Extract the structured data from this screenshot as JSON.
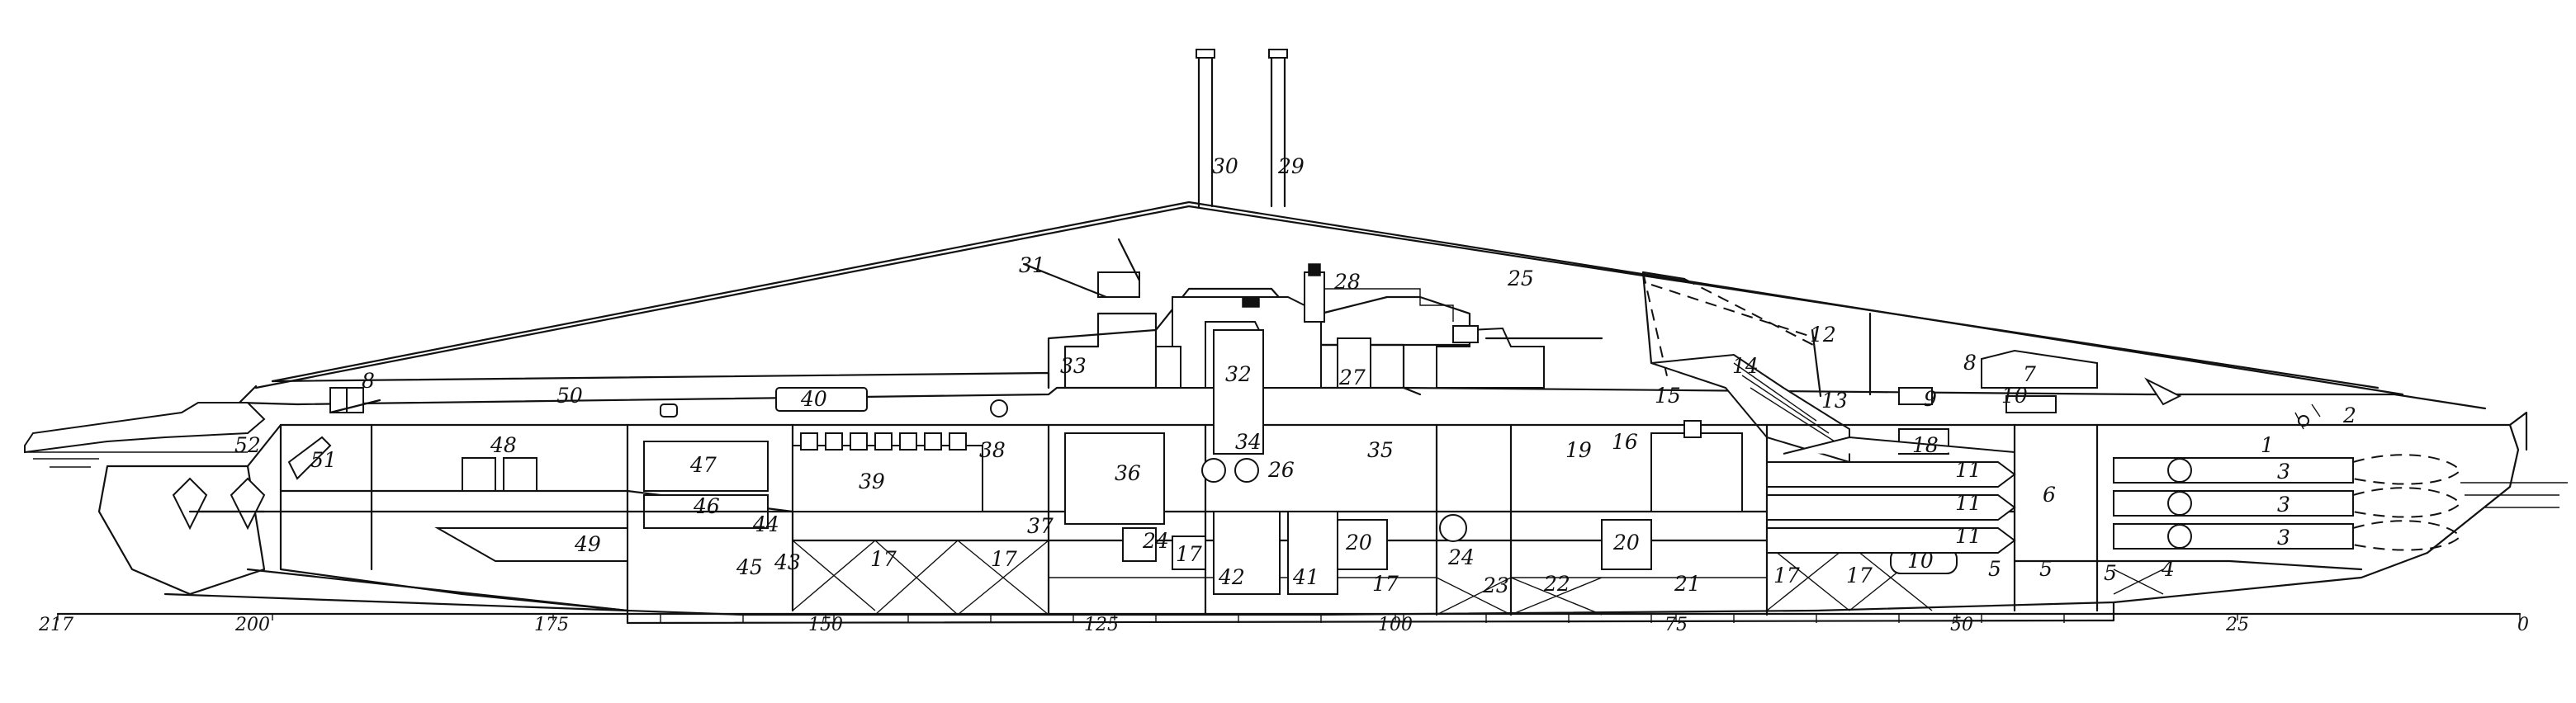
{
  "callouts": [
    "1",
    "2",
    "3",
    "3",
    "3",
    "4",
    "5",
    "5",
    "5",
    "6",
    "7",
    "8",
    "8",
    "9",
    "10",
    "10",
    "11",
    "11",
    "11",
    "12",
    "13",
    "14",
    "15",
    "16",
    "17",
    "17",
    "17",
    "17",
    "17",
    "17",
    "18",
    "19",
    "20",
    "20",
    "21",
    "22",
    "23",
    "24",
    "24",
    "25",
    "26",
    "27",
    "28",
    "29",
    "30",
    "31",
    "32",
    "33",
    "34",
    "35",
    "36",
    "37",
    "38",
    "39",
    "40",
    "41",
    "42",
    "43",
    "44",
    "45",
    "46",
    "47",
    "48",
    "49",
    "50",
    "51",
    "52"
  ],
  "scale": {
    "ticks": [
      "217",
      "200",
      "175",
      "150",
      "125",
      "100",
      "75",
      "50",
      "25",
      "0"
    ]
  },
  "colors": {
    "ink": "#111111",
    "paper": "#ffffff"
  }
}
